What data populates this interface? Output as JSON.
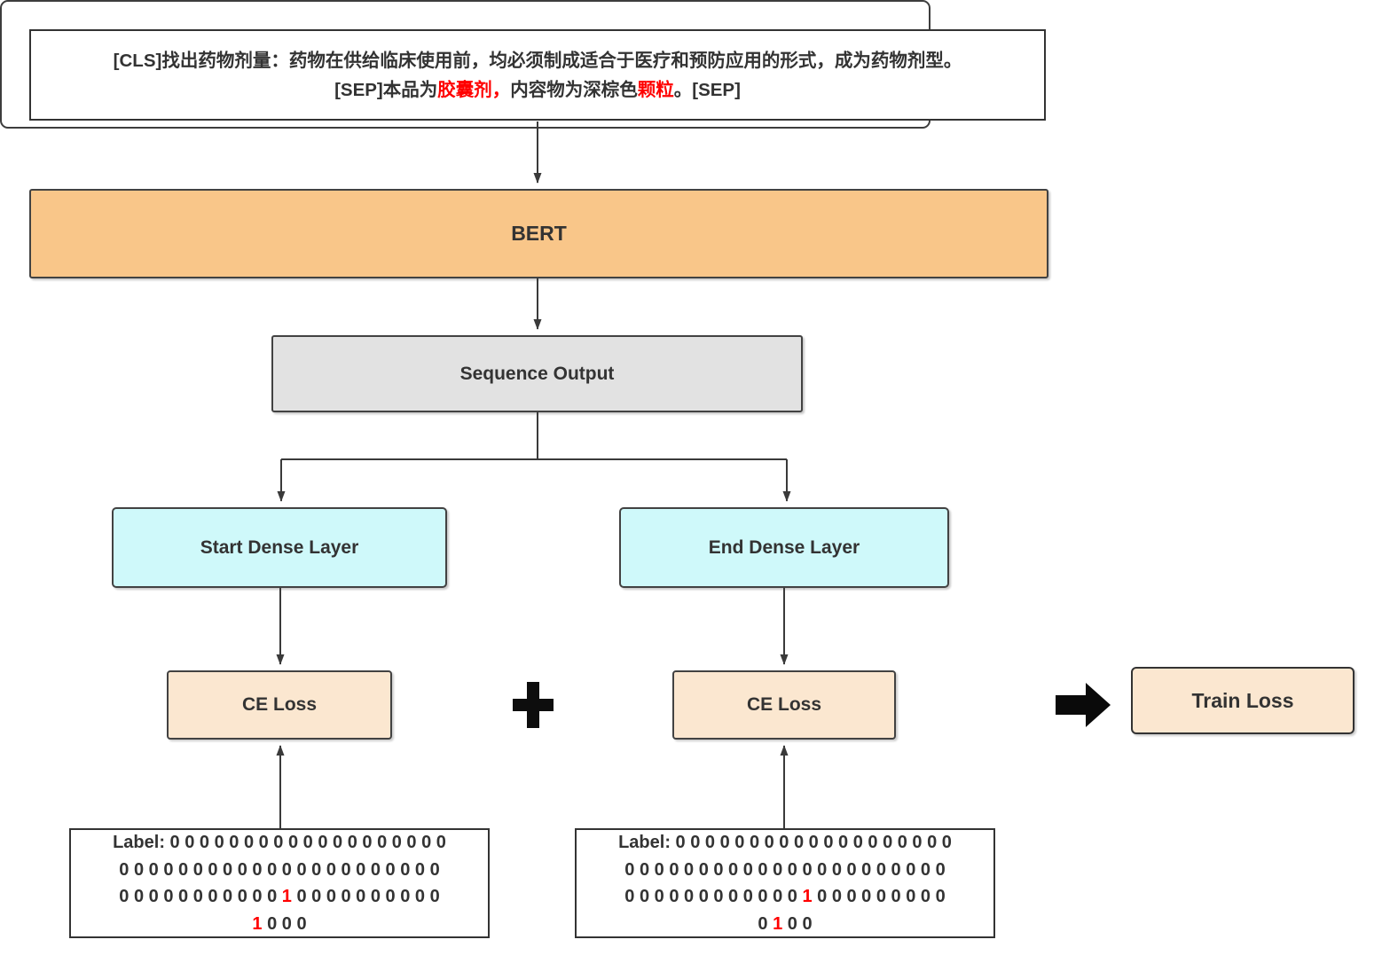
{
  "diagram": {
    "input_box": {
      "line1": "[CLS]找出药物剂量：药物在供给临床使用前，均必须制成适合于医疗和预防应用的形式，成为药物剂型。",
      "line2": {
        "seg1": "[SEP]本品为",
        "seg2_red": "胶囊剂，",
        "seg3": "内容物为深棕色",
        "seg4_red": "颗粒",
        "seg5": "。[SEP]"
      }
    },
    "bert_label": "BERT",
    "sequence_output_label": "Sequence Output",
    "start_dense_label": "Start Dense Layer",
    "end_dense_label": "End Dense Layer",
    "ce_loss_left_label": "CE Loss",
    "ce_loss_right_label": "CE Loss",
    "plus_symbol": "+",
    "train_loss_label": "Train Loss",
    "start_label_box": {
      "line1_label": "Label: ",
      "line1_zeros": "0 0 0 0 0 0 0 0 0 0 0 0 0 0 0 0 0 0 0",
      "line2": "0 0 0 0 0 0 0 0 0 0 0 0 0 0 0 0 0 0 0 0 0 0",
      "line3_before": "0 0 0 0 0 0 0 0 0 0 0 ",
      "line3_one": "1",
      "line3_after": " 0 0 0 0 0 0 0 0 0 0",
      "line4_before": "",
      "line4_one": "1",
      "line4_after": " 0 0 0"
    },
    "end_label_box": {
      "line1_label": "Label: ",
      "line1_zeros": "0 0 0 0 0 0 0 0 0 0 0 0 0 0 0 0 0 0 0",
      "line2": "0 0 0 0 0 0 0 0 0 0 0 0 0 0 0 0 0 0 0 0 0 0",
      "line3_before": "0 0 0 0 0 0 0 0 0 0 0 0 ",
      "line3_one": "1",
      "line3_after": " 0 0 0 0 0 0 0 0 0",
      "line4_before": "0 ",
      "line4_one": "1",
      "line4_after": " 0 0"
    },
    "icons": {
      "plus_icon": "+",
      "arrow_right_icon": "➡"
    },
    "colors": {
      "bert_fill": "#F9C689",
      "sequence_output_fill": "#E2E2E2",
      "dense_fill": "#CFF9FA",
      "loss_fill": "#FBE7D0",
      "highlight_red": "#FF0000",
      "line": "#3A3A3A"
    }
  }
}
